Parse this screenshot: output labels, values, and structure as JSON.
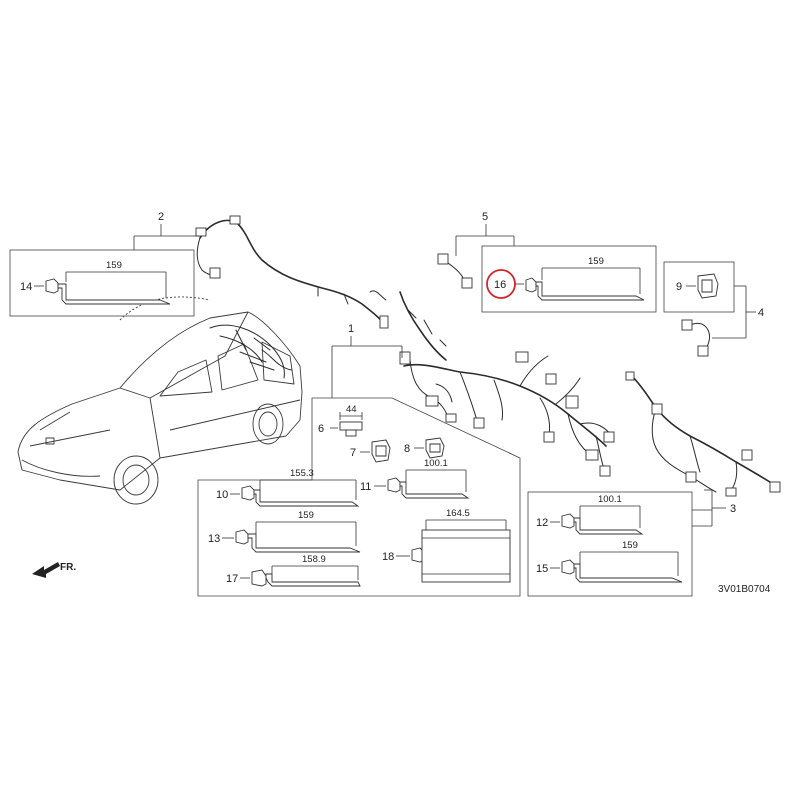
{
  "diagram": {
    "code": "3V01B0704",
    "front_label": "FR.",
    "highlighted_callout": "16",
    "highlight_color": "#d0262c",
    "callouts": {
      "c1": "1",
      "c2": "2",
      "c3": "3",
      "c4": "4",
      "c5": "5",
      "c6": "6",
      "c7": "7",
      "c8": "8",
      "c9": "9",
      "c10": "10",
      "c11": "11",
      "c12": "12",
      "c13": "13",
      "c14": "14",
      "c15": "15",
      "c16": "16",
      "c17": "17",
      "c18": "18"
    },
    "dimensions": {
      "d14": "159",
      "d16": "159",
      "d6": "44",
      "d10": "155.3",
      "d11": "100.1",
      "d13": "159",
      "d17": "158.9",
      "d18": "164.5",
      "d12": "100.1",
      "d15": "159"
    }
  }
}
